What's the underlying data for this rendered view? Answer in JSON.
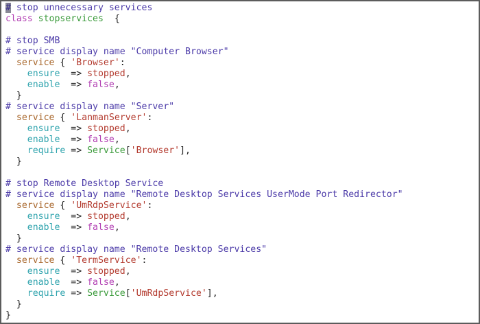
{
  "editor": {
    "colors": {
      "comment": "#4b3aa8",
      "keyword": "#b23fb3",
      "class_name": "#3a9a3a",
      "resource_type": "#a8672c",
      "string": "#b33a2e",
      "attribute": "#2ea3ad",
      "border": "#5c5c5c"
    },
    "lines": [
      {
        "tokens": [
          {
            "t": "cursor",
            "v": "#"
          },
          {
            "t": "comment",
            "v": " stop unnecessary services"
          }
        ]
      },
      {
        "tokens": [
          {
            "t": "class",
            "v": "class"
          },
          {
            "t": "punct",
            "v": " "
          },
          {
            "t": "name",
            "v": "stopservices"
          },
          {
            "t": "punct",
            "v": "  {"
          }
        ]
      },
      {
        "tokens": []
      },
      {
        "tokens": [
          {
            "t": "comment",
            "v": "# stop SMB"
          }
        ]
      },
      {
        "tokens": [
          {
            "t": "comment",
            "v": "# service display name \"Computer Browser\""
          }
        ]
      },
      {
        "tokens": [
          {
            "t": "punct",
            "v": "  "
          },
          {
            "t": "type",
            "v": "service"
          },
          {
            "t": "punct",
            "v": " { "
          },
          {
            "t": "str",
            "v": "'Browser'"
          },
          {
            "t": "punct",
            "v": ":"
          }
        ]
      },
      {
        "tokens": [
          {
            "t": "punct",
            "v": "    "
          },
          {
            "t": "attr",
            "v": "ensure"
          },
          {
            "t": "op",
            "v": "  => "
          },
          {
            "t": "val",
            "v": "stopped"
          },
          {
            "t": "punct",
            "v": ","
          }
        ]
      },
      {
        "tokens": [
          {
            "t": "punct",
            "v": "    "
          },
          {
            "t": "attr",
            "v": "enable"
          },
          {
            "t": "op",
            "v": "  => "
          },
          {
            "t": "bool",
            "v": "false"
          },
          {
            "t": "punct",
            "v": ","
          }
        ]
      },
      {
        "tokens": [
          {
            "t": "punct",
            "v": "  }"
          }
        ]
      },
      {
        "tokens": [
          {
            "t": "comment",
            "v": "# service display name \"Server\""
          }
        ]
      },
      {
        "tokens": [
          {
            "t": "punct",
            "v": "  "
          },
          {
            "t": "type",
            "v": "service"
          },
          {
            "t": "punct",
            "v": " { "
          },
          {
            "t": "str",
            "v": "'LanmanServer'"
          },
          {
            "t": "punct",
            "v": ":"
          }
        ]
      },
      {
        "tokens": [
          {
            "t": "punct",
            "v": "    "
          },
          {
            "t": "attr",
            "v": "ensure"
          },
          {
            "t": "op",
            "v": "  => "
          },
          {
            "t": "val",
            "v": "stopped"
          },
          {
            "t": "punct",
            "v": ","
          }
        ]
      },
      {
        "tokens": [
          {
            "t": "punct",
            "v": "    "
          },
          {
            "t": "attr",
            "v": "enable"
          },
          {
            "t": "op",
            "v": "  => "
          },
          {
            "t": "bool",
            "v": "false"
          },
          {
            "t": "punct",
            "v": ","
          }
        ]
      },
      {
        "tokens": [
          {
            "t": "punct",
            "v": "    "
          },
          {
            "t": "attr",
            "v": "require"
          },
          {
            "t": "op",
            "v": " => "
          },
          {
            "t": "ref",
            "v": "Service"
          },
          {
            "t": "punct",
            "v": "["
          },
          {
            "t": "str",
            "v": "'Browser'"
          },
          {
            "t": "punct",
            "v": "],"
          }
        ]
      },
      {
        "tokens": [
          {
            "t": "punct",
            "v": "  }"
          }
        ]
      },
      {
        "tokens": []
      },
      {
        "tokens": [
          {
            "t": "comment",
            "v": "# stop Remote Desktop Service"
          }
        ]
      },
      {
        "tokens": [
          {
            "t": "comment",
            "v": "# service display name \"Remote Desktop Services UserMode Port Redirector\""
          }
        ]
      },
      {
        "tokens": [
          {
            "t": "punct",
            "v": "  "
          },
          {
            "t": "type",
            "v": "service"
          },
          {
            "t": "punct",
            "v": " { "
          },
          {
            "t": "str",
            "v": "'UmRdpService'"
          },
          {
            "t": "punct",
            "v": ":"
          }
        ]
      },
      {
        "tokens": [
          {
            "t": "punct",
            "v": "    "
          },
          {
            "t": "attr",
            "v": "ensure"
          },
          {
            "t": "op",
            "v": "  => "
          },
          {
            "t": "val",
            "v": "stopped"
          },
          {
            "t": "punct",
            "v": ","
          }
        ]
      },
      {
        "tokens": [
          {
            "t": "punct",
            "v": "    "
          },
          {
            "t": "attr",
            "v": "enable"
          },
          {
            "t": "op",
            "v": "  => "
          },
          {
            "t": "bool",
            "v": "false"
          },
          {
            "t": "punct",
            "v": ","
          }
        ]
      },
      {
        "tokens": [
          {
            "t": "punct",
            "v": "  }"
          }
        ]
      },
      {
        "tokens": [
          {
            "t": "comment",
            "v": "# service display name \"Remote Desktop Services\""
          }
        ]
      },
      {
        "tokens": [
          {
            "t": "punct",
            "v": "  "
          },
          {
            "t": "type",
            "v": "service"
          },
          {
            "t": "punct",
            "v": " { "
          },
          {
            "t": "str",
            "v": "'TermService'"
          },
          {
            "t": "punct",
            "v": ":"
          }
        ]
      },
      {
        "tokens": [
          {
            "t": "punct",
            "v": "    "
          },
          {
            "t": "attr",
            "v": "ensure"
          },
          {
            "t": "op",
            "v": "  => "
          },
          {
            "t": "val",
            "v": "stopped"
          },
          {
            "t": "punct",
            "v": ","
          }
        ]
      },
      {
        "tokens": [
          {
            "t": "punct",
            "v": "    "
          },
          {
            "t": "attr",
            "v": "enable"
          },
          {
            "t": "op",
            "v": "  => "
          },
          {
            "t": "bool",
            "v": "false"
          },
          {
            "t": "punct",
            "v": ","
          }
        ]
      },
      {
        "tokens": [
          {
            "t": "punct",
            "v": "    "
          },
          {
            "t": "attr",
            "v": "require"
          },
          {
            "t": "op",
            "v": " => "
          },
          {
            "t": "ref",
            "v": "Service"
          },
          {
            "t": "punct",
            "v": "["
          },
          {
            "t": "str",
            "v": "'UmRdpService'"
          },
          {
            "t": "punct",
            "v": "],"
          }
        ]
      },
      {
        "tokens": [
          {
            "t": "punct",
            "v": "  }"
          }
        ]
      },
      {
        "tokens": [
          {
            "t": "punct",
            "v": "}"
          }
        ]
      }
    ]
  }
}
